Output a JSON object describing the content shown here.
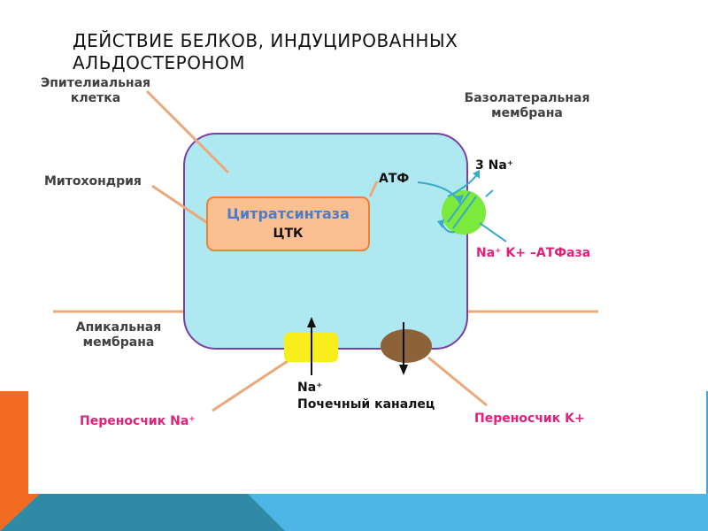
{
  "title": "ДЕЙСТВИЕ БЕЛКОВ, ИНДУЦИРОВАННЫХ АЛЬДОСТЕРОНОМ",
  "labels": {
    "epithelial_cell": "Эпителиальная\nклетка",
    "basolateral_membrane": "Базолатеральная\nмембрана",
    "mitochondrion": "Митохондрия",
    "atp": "АТФ",
    "three_na": "3 Na⁺",
    "na_k_atpase": "Na⁺ K+ –АТФаза",
    "apical_membrane": "Апикальная\nмембрана",
    "na_lumen": "Na⁺",
    "renal_tubule": "Почечный каналец",
    "na_transporter": "Переносчик Na⁺",
    "k_transporter": "Переносчик K+"
  },
  "mitochondrion_box": {
    "enzyme": "Цитратсинтаза",
    "cycle": "ЦТК"
  },
  "colors": {
    "cell_fill": "#aee8f0",
    "cell_border": "#7b3ea1",
    "membrane_line": "#e9a97c",
    "pointer_line": "#e9a97c",
    "mito_fill": "#fbbf91",
    "mito_border": "#e8833c",
    "enzyme_text": "#4a7fc8",
    "pump_green": "#7bea3a",
    "atp_arrow": "#3ba9c9",
    "na_channel": "#f7ee1b",
    "k_channel": "#8c6239",
    "pink_text": "#e0217a",
    "deco_orange": "#f26b21",
    "deco_blue": "#4aa3d8",
    "deco_teal": "#2f8aa6"
  }
}
